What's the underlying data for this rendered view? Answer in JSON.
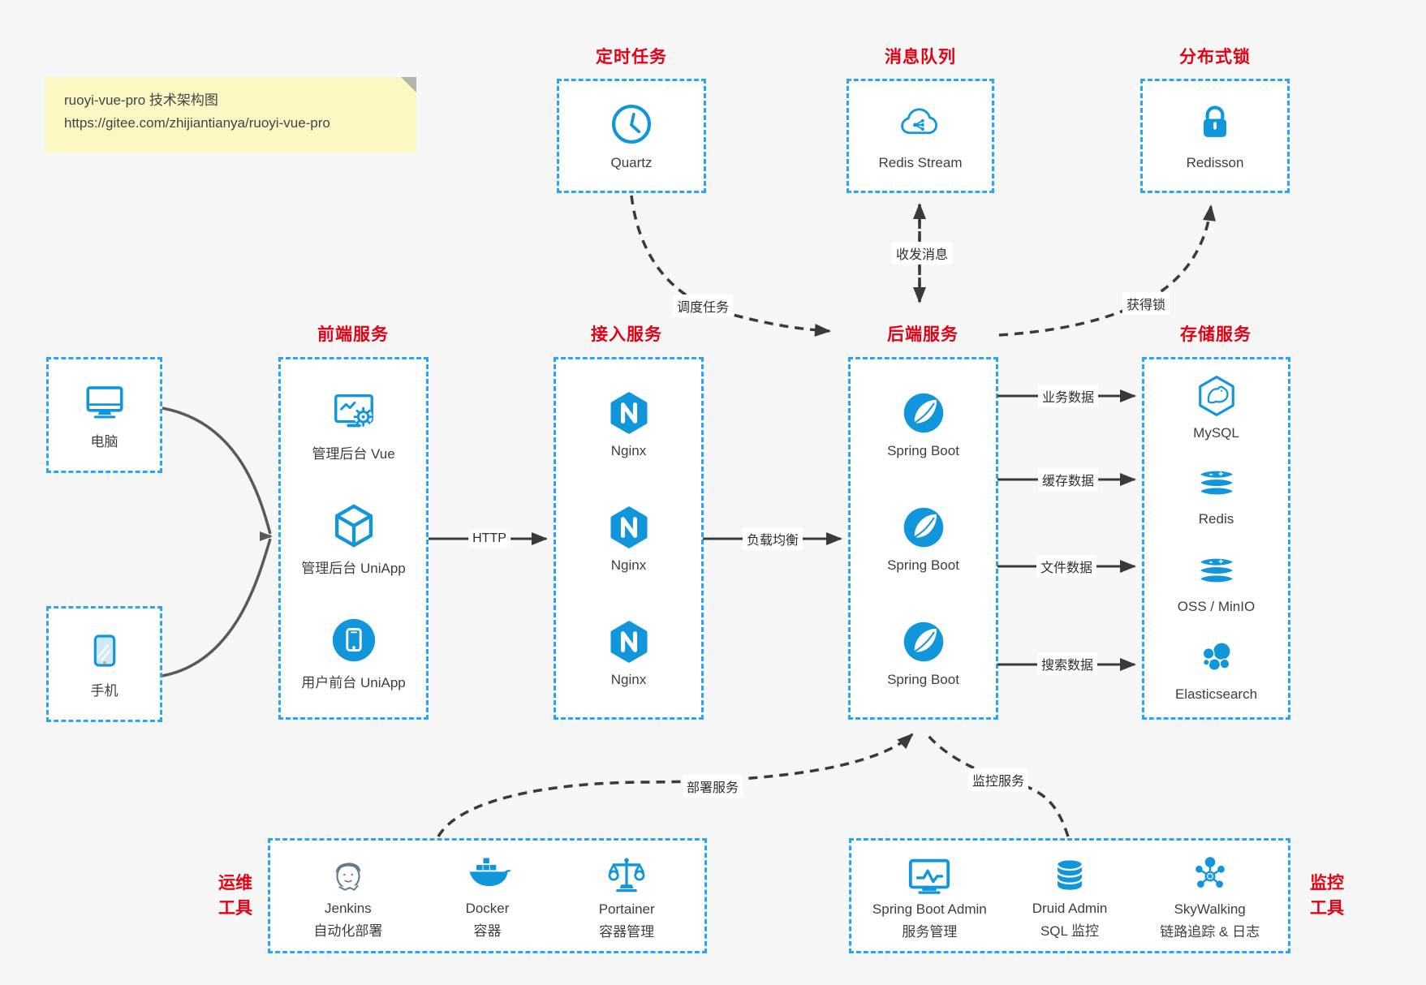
{
  "note": {
    "title": "ruoyi-vue-pro 技术架构图",
    "url": "https://gitee.com/zhijiantianya/ruoyi-vue-pro"
  },
  "colors": {
    "accent_blue": "#1296db",
    "border_blue": "#27a5fd",
    "label_red": "#e60013",
    "arrow_dark": "#3a3a3a",
    "connector_gray": "#5a5a5a",
    "canvas_bg": "#f7f7f7",
    "note_bg": "#fbf8c4"
  },
  "top_groups": [
    {
      "title": "定时任务",
      "item": {
        "label": "Quartz",
        "icon": "clock-icon"
      }
    },
    {
      "title": "消息队列",
      "item": {
        "label": "Redis Stream",
        "icon": "cloud-mq-icon"
      }
    },
    {
      "title": "分布式锁",
      "item": {
        "label": "Redisson",
        "icon": "lock-icon"
      }
    }
  ],
  "clients": [
    {
      "label": "电脑",
      "icon": "desktop-icon"
    },
    {
      "label": "手机",
      "icon": "smartphone-icon"
    }
  ],
  "columns": [
    {
      "title": "前端服务",
      "items": [
        {
          "label": "管理后台 Vue",
          "icon": "admin-vue-icon"
        },
        {
          "label": "管理后台 UniApp",
          "icon": "uniapp-cube-icon"
        },
        {
          "label": "用户前台 UniApp",
          "icon": "user-app-icon"
        }
      ]
    },
    {
      "title": "接入服务",
      "items": [
        {
          "label": "Nginx",
          "icon": "nginx-icon"
        },
        {
          "label": "Nginx",
          "icon": "nginx-icon"
        },
        {
          "label": "Nginx",
          "icon": "nginx-icon"
        }
      ]
    },
    {
      "title": "后端服务",
      "items": [
        {
          "label": "Spring Boot",
          "icon": "spring-icon"
        },
        {
          "label": "Spring Boot",
          "icon": "spring-icon"
        },
        {
          "label": "Spring Boot",
          "icon": "spring-icon"
        }
      ]
    },
    {
      "title": "存储服务",
      "items": [
        {
          "label": "MySQL",
          "icon": "mysql-icon"
        },
        {
          "label": "Redis",
          "icon": "redis-stack-icon"
        },
        {
          "label": "OSS / MinIO",
          "icon": "storage-stack-icon"
        },
        {
          "label": "Elasticsearch",
          "icon": "elasticsearch-icon"
        }
      ]
    }
  ],
  "bottom_groups": [
    {
      "title_line1": "运维",
      "title_line2": "工具",
      "items": [
        {
          "name": "Jenkins",
          "desc": "自动化部署",
          "icon": "jenkins-icon"
        },
        {
          "name": "Docker",
          "desc": "容器",
          "icon": "docker-icon"
        },
        {
          "name": "Portainer",
          "desc": "容器管理",
          "icon": "portainer-icon"
        }
      ]
    },
    {
      "title_line1": "监控",
      "title_line2": "工具",
      "items": [
        {
          "name": "Spring Boot Admin",
          "desc": "服务管理",
          "icon": "springboot-admin-icon"
        },
        {
          "name": "Druid Admin",
          "desc": "SQL 监控",
          "icon": "druid-icon"
        },
        {
          "name": "SkyWalking",
          "desc": "链路追踪 & 日志",
          "icon": "skywalking-icon"
        }
      ]
    }
  ],
  "edge_labels": {
    "http": "HTTP",
    "load_balance": "负载均衡",
    "business_data": "业务数据",
    "cache_data": "缓存数据",
    "file_data": "文件数据",
    "search_data": "搜索数据",
    "schedule_task": "调度任务",
    "send_receive_message": "收发消息",
    "acquire_lock": "获得锁",
    "deploy_service": "部署服务",
    "monitor_service": "监控服务"
  }
}
